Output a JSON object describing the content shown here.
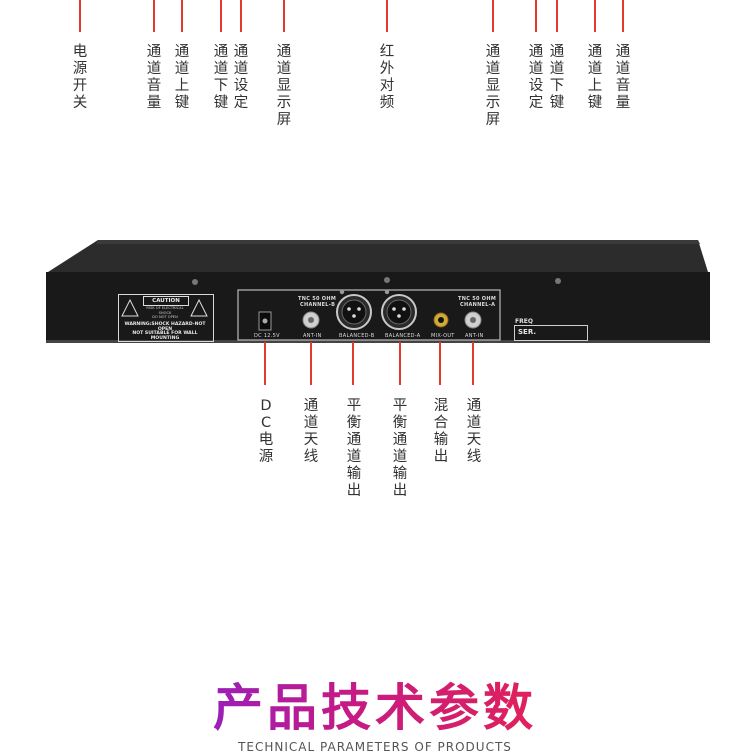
{
  "top_labels": [
    {
      "id": "power-switch",
      "text": "电源开关"
    },
    {
      "id": "channel-volume-b",
      "text": "通道音量"
    },
    {
      "id": "channel-up-b",
      "text": "通道上键"
    },
    {
      "id": "channel-down-b",
      "text": "通道下键"
    },
    {
      "id": "channel-set-b",
      "text": "通道设定"
    },
    {
      "id": "channel-display-b",
      "text": "通道显示屏"
    },
    {
      "id": "infrared-pairing",
      "text": "红外对频"
    },
    {
      "id": "channel-display-a",
      "text": "通道显示屏"
    },
    {
      "id": "channel-set-a",
      "text": "通道设定"
    },
    {
      "id": "channel-down-a",
      "text": "通道下键"
    },
    {
      "id": "channel-up-a",
      "text": "通道上键"
    },
    {
      "id": "channel-volume-a",
      "text": "通道音量"
    }
  ],
  "bottom_labels": [
    {
      "id": "dc-power",
      "text": "DC电源"
    },
    {
      "id": "antenna-b",
      "text": "通道天线"
    },
    {
      "id": "balanced-output-b",
      "text": "平衡通道输出"
    },
    {
      "id": "balanced-output-a",
      "text": "平衡通道输出"
    },
    {
      "id": "mix-output",
      "text": "混合输出"
    },
    {
      "id": "antenna-a",
      "text": "通道天线"
    }
  ],
  "device": {
    "caution_title": "CAUTION",
    "caution_small_1": "RISK OF ELECTRICAL SHOCK",
    "caution_small_2": "DO NOT OPEN",
    "warning_line_1": "WARNING:SHOCK HAZARD-NOT OPEN",
    "warning_line_2": "NOT SUITABLE FOR WALL MOUNTING",
    "dc_label": "DC 12.5V",
    "tnc_b_line1": "TNC 50 OHM",
    "tnc_b_line2": "CHANNEL-B",
    "ant_in_b": "ANT-IN",
    "balanced_b": "BALANCED-B",
    "balanced_a": "BALANCED-A",
    "mix_out": "MIX-OUT",
    "tnc_a_line1": "TNC 50 OHM",
    "tnc_a_line2": "CHANNEL-A",
    "ant_in_a": "ANT-IN",
    "freq_label": "FREQ",
    "ser_label": "SER."
  },
  "heading": "产品技术参数",
  "subheading": "TECHNICAL PARAMETERS OF PRODUCTS",
  "colors": {
    "leader_line": "#e23b2e",
    "heading_gradient_start": "#9b1fb8",
    "heading_gradient_end": "#e0225a",
    "panel": "#1d1d1d"
  }
}
